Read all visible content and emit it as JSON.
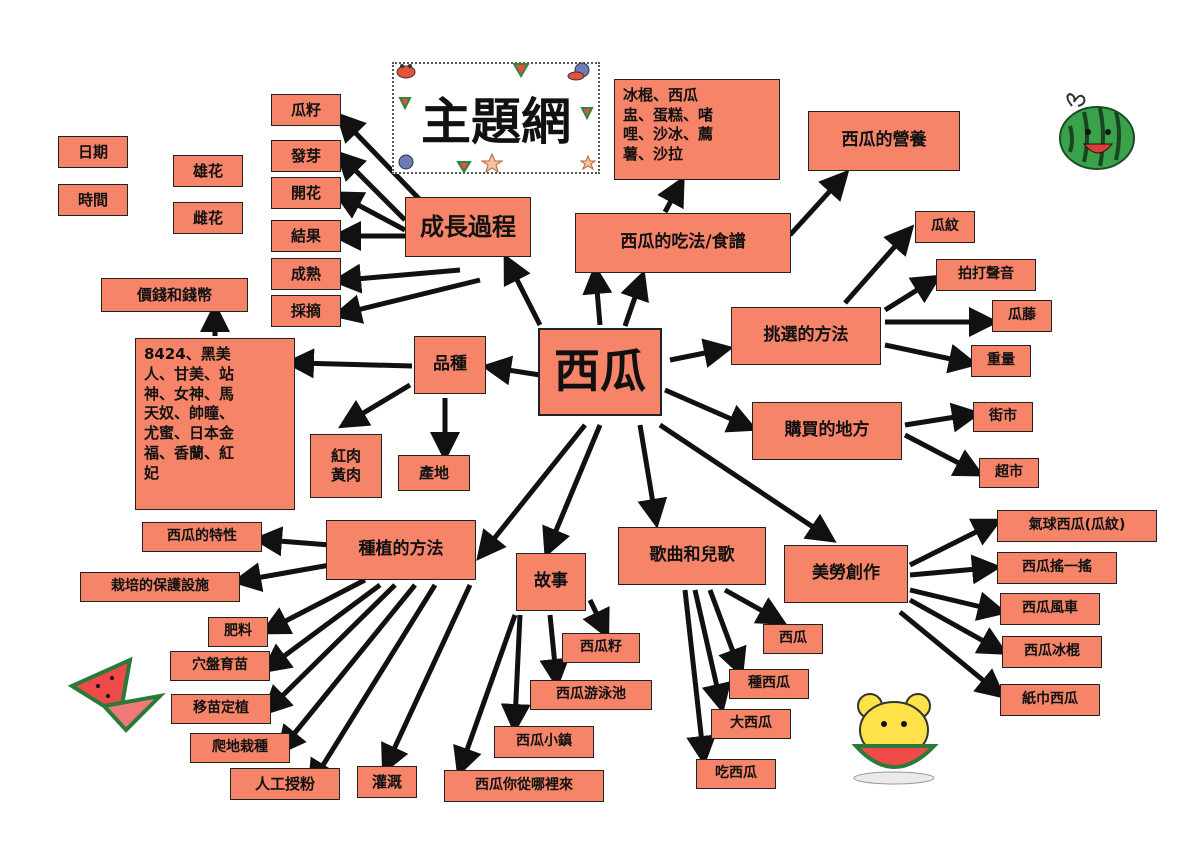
{
  "title": "主題網",
  "center": "西瓜",
  "nodes": {
    "growth": "成長過程",
    "seed": "瓜籽",
    "sprout": "發芽",
    "bloom": "開花",
    "fruit": "結果",
    "ripe": "成熟",
    "pick": "採摘",
    "date": "日期",
    "time": "時間",
    "male": "雄花",
    "female": "雌花",
    "price": "價錢和錢幣",
    "variety": "品種",
    "variety_list": "8424、黑美\n人、甘美、站\n神、女神、馬\n天奴、帥瞳、\n尤蜜、日本金\n福、香蘭、紅\n妃",
    "flesh": "紅肉\n黃肉",
    "origin": "產地",
    "eat": "西瓜的吃法/食譜",
    "dishes": "冰棍、西瓜\n盅、蛋糕、啫\n哩、沙冰、薦\n薯、沙拉",
    "nutrition": "西瓜的營養",
    "choose": "挑選的方法",
    "pattern": "瓜紋",
    "tap": "拍打聲音",
    "vine": "瓜藤",
    "weight": "重量",
    "buy": "購買的地方",
    "market": "街市",
    "supermarket": "超市",
    "plant": "種植的方法",
    "feature": "西瓜的特性",
    "protect": "栽培的保護設施",
    "fertilizer": "肥料",
    "tray": "穴盤育苗",
    "transplant": "移苗定植",
    "ground": "爬地栽種",
    "pollinate": "人工授粉",
    "irrigate": "灌溉",
    "story": "故事",
    "st_seed": "西瓜籽",
    "st_pool": "西瓜游泳池",
    "st_town": "西瓜小鎮",
    "st_where": "西瓜你從哪裡來",
    "song": "歌曲和兒歌",
    "sg_melon": "西瓜",
    "sg_plant": "種西瓜",
    "sg_big": "大西瓜",
    "sg_eat": "吃西瓜",
    "art": "美勞創作",
    "ar_balloon": "氣球西瓜(瓜紋)",
    "ar_shake": "西瓜搖一搖",
    "ar_wind": "西瓜風車",
    "ar_ice": "西瓜冰棍",
    "ar_paper": "紙巾西瓜"
  },
  "colors": {
    "node_fill": "#f58469",
    "border": "#222222",
    "arrow": "#111111"
  },
  "icons": [
    "crab-icon",
    "watermelon-slice-icon",
    "starfish-icon",
    "hermit-crab-icon",
    "watermelon-face-icon",
    "bear-eating-watermelon-icon"
  ]
}
